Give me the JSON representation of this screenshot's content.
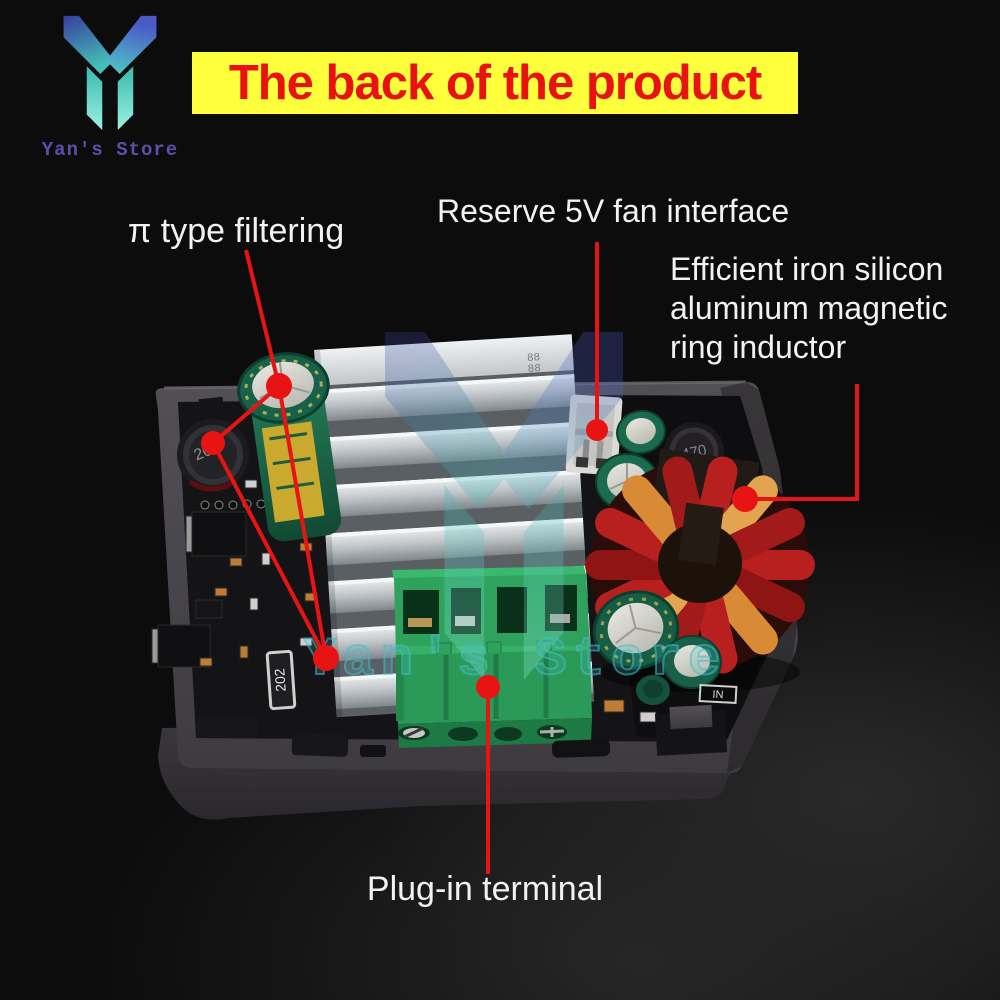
{
  "brand": {
    "name": "Yan's Store"
  },
  "banner": {
    "title": "The back of the product"
  },
  "labels": {
    "pi_filtering": "π type filtering",
    "fan_interface": "Reserve 5V fan interface",
    "inductor_line1": "Efficient iron silicon",
    "inductor_line2": "aluminum magnetic",
    "inductor_line3": "ring inductor",
    "terminal": "Plug-in terminal"
  },
  "watermark": {
    "text": "Yan's Store"
  },
  "markings": {
    "left_inductor": "202",
    "right_inductor": "470",
    "resistor": "202",
    "heatsink_stamp": "88",
    "connector_box": "IN"
  },
  "colors": {
    "background": "#0c0c0c",
    "banner_bg": "#ffff3b",
    "banner_text": "#e81212",
    "label_text": "#f2f2f2",
    "annotation_red": "#e81414",
    "brand_text": "#5a50ab",
    "watermark_teal": "#46bec8",
    "terminal_green": "#2fa35e",
    "heatsink_silver": "#c3c7ca",
    "capacitor_green": "#1b6b4e",
    "winding_red": "#b82020",
    "winding_copper": "#d98a35"
  }
}
